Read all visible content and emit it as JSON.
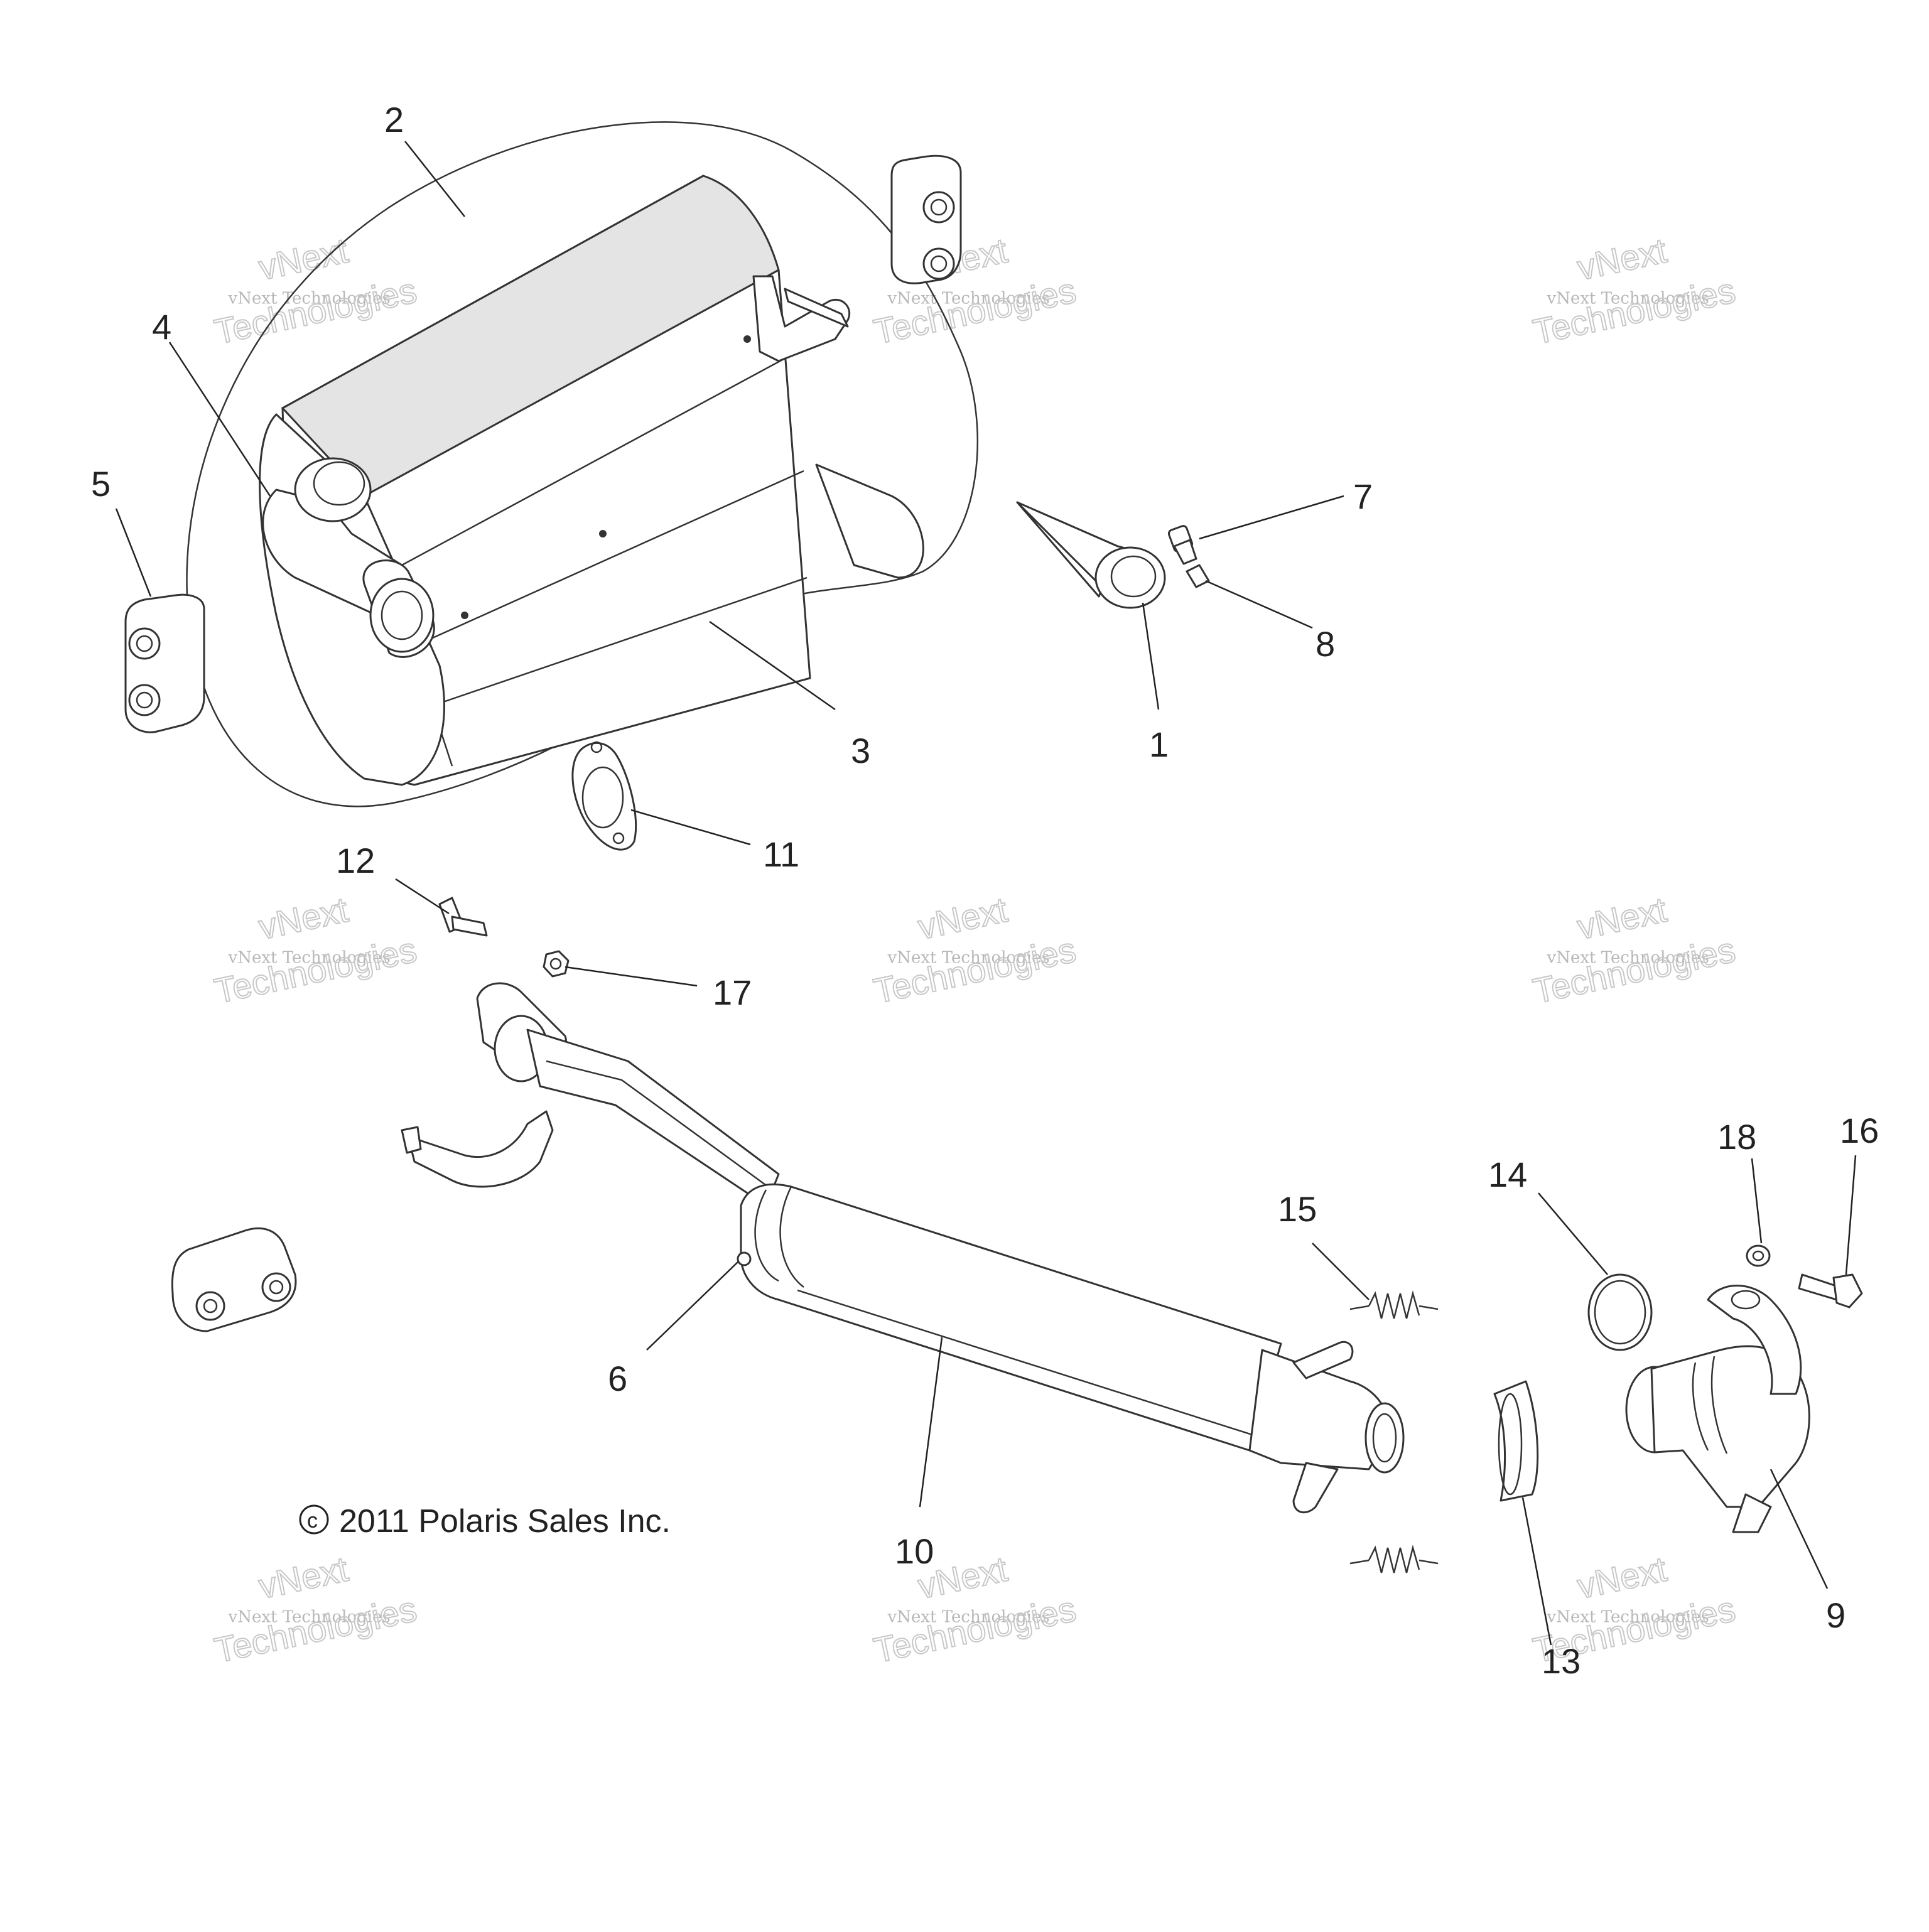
{
  "callouts": [
    {
      "id": "1",
      "label": "1"
    },
    {
      "id": "2",
      "label": "2"
    },
    {
      "id": "3",
      "label": "3"
    },
    {
      "id": "4",
      "label": "4"
    },
    {
      "id": "5",
      "label": "5"
    },
    {
      "id": "6",
      "label": "6"
    },
    {
      "id": "7",
      "label": "7"
    },
    {
      "id": "8",
      "label": "8"
    },
    {
      "id": "9",
      "label": "9"
    },
    {
      "id": "10",
      "label": "10"
    },
    {
      "id": "11",
      "label": "11"
    },
    {
      "id": "12",
      "label": "12"
    },
    {
      "id": "13",
      "label": "13"
    },
    {
      "id": "14",
      "label": "14"
    },
    {
      "id": "15",
      "label": "15"
    },
    {
      "id": "16",
      "label": "16"
    },
    {
      "id": "17",
      "label": "17"
    },
    {
      "id": "18",
      "label": "18"
    }
  ],
  "copyright": {
    "symbol": "c",
    "text": "2011 Polaris Sales Inc."
  },
  "watermark": {
    "line1": "vNext",
    "line2": "vNext Technologies",
    "line3": "Technologies"
  }
}
